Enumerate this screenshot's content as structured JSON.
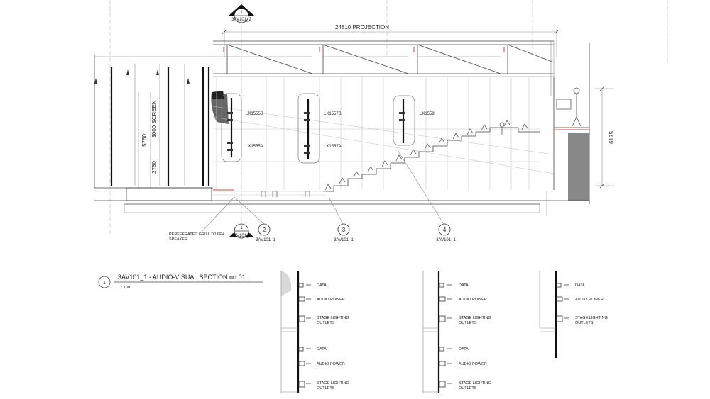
{
  "dimensions": {
    "projection": "24810 PROJECTION",
    "screen": "3000 SCREEN",
    "height_total": "5760",
    "height_lower": "2760",
    "height_right": "6175"
  },
  "section_markers": {
    "top": {
      "number": "1",
      "ref": "3AV101_2"
    },
    "bottom": {
      "number": "1",
      "ref": "3AV101_2"
    }
  },
  "detail_callouts": [
    {
      "number": "2",
      "ref": "3AV101_1"
    },
    {
      "number": "3",
      "ref": "3AV101_1"
    },
    {
      "number": "4",
      "ref": "3AV101_1"
    }
  ],
  "fixture_labels": {
    "lx1555b": "LX1555B",
    "lx1555a": "LX1555A",
    "lx1557b": "LX1557B",
    "lx1557a": "LX1557A",
    "lx1559": "LX1559"
  },
  "note": {
    "line1": "PEREFERATED GRILL TO FP4",
    "line2": "SPEAKER"
  },
  "title_block": {
    "number": "1",
    "title": "3AV101_1 - AUDIO-VISUAL SECTION no.01",
    "scale": "1 : 100"
  },
  "legend": {
    "data": "DATA",
    "audio_power": "AUDIO POWER",
    "stage_lighting_1": "STAGE LIGHTING",
    "stage_lighting_2": "OUTLETS"
  }
}
